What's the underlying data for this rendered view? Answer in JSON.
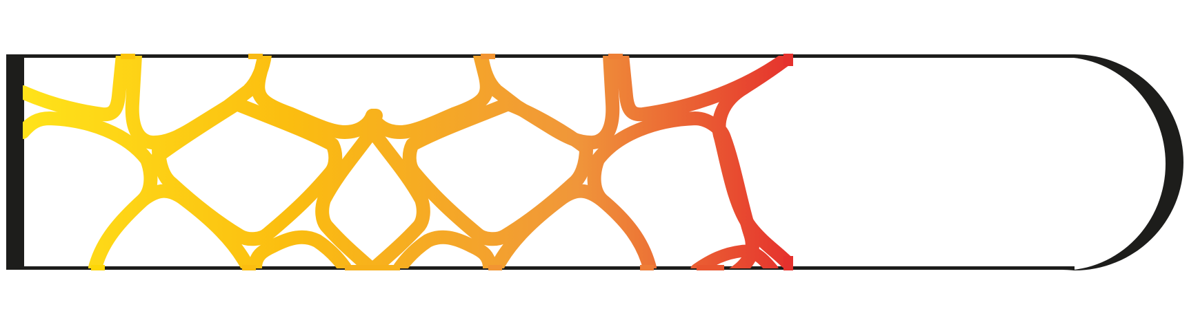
{
  "diagram": {
    "frame_color": "#1d1d1b",
    "background_color": "#ffffff",
    "gradient": {
      "start_color": "#ffe31a",
      "mid_color": "#fbbd10",
      "orange_color": "#f0963a",
      "end_color": "#e5312d"
    },
    "components": [
      {
        "name": "tube-frame"
      },
      {
        "name": "rounded-end-cap"
      },
      {
        "name": "gradient-lattice-structure"
      }
    ]
  }
}
